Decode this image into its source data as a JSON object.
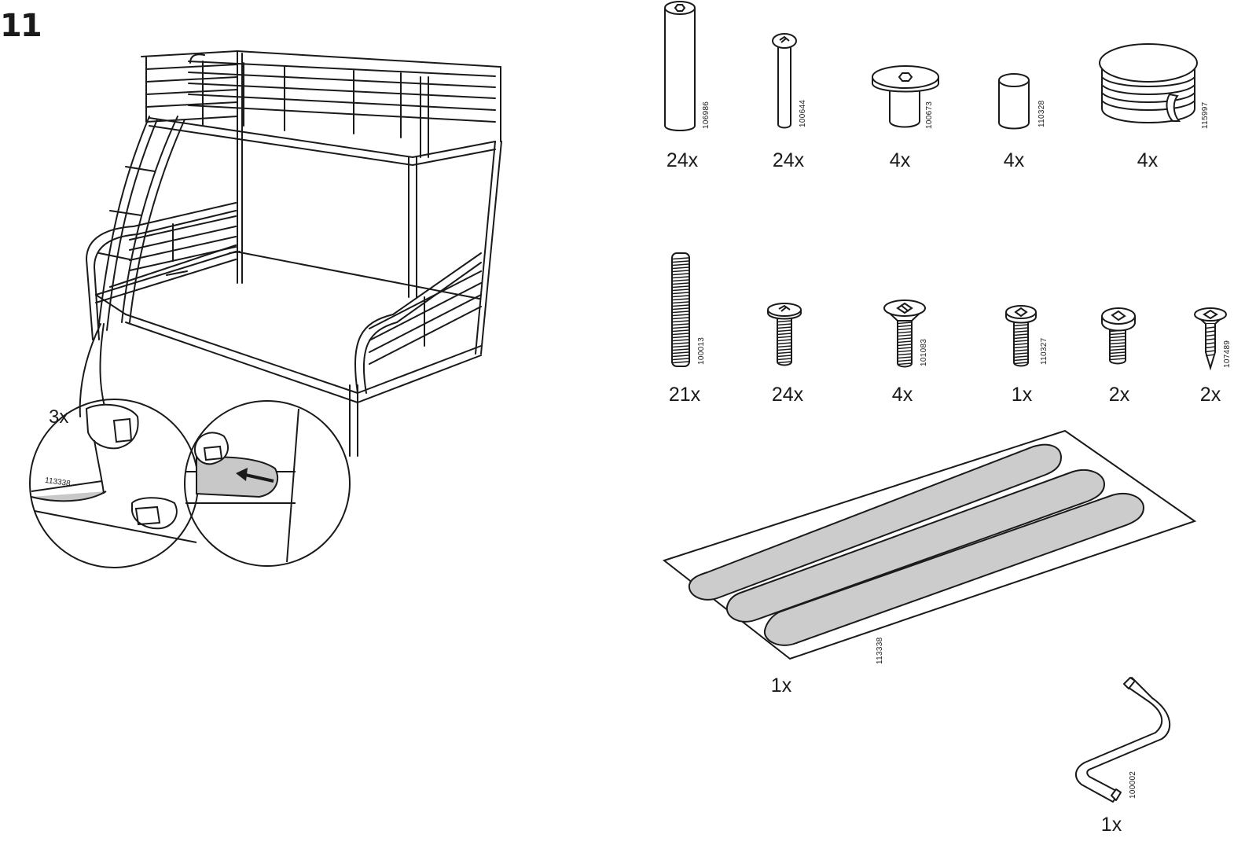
{
  "step_number": "11",
  "assembly": {
    "callout_quantity": "3x",
    "callout_part_code": "113338"
  },
  "parts": [
    {
      "code": "106986",
      "qty": "24x",
      "icon": "dowel-icon"
    },
    {
      "code": "100644",
      "qty": "24x",
      "icon": "pin-bolt-icon"
    },
    {
      "code": "100673",
      "qty": "4x",
      "icon": "barrel-nut-icon"
    },
    {
      "code": "110328",
      "qty": "4x",
      "icon": "spacer-icon"
    },
    {
      "code": "115997",
      "qty": "4x",
      "icon": "end-cap-icon"
    },
    {
      "code": "100013",
      "qty": "21x",
      "icon": "threaded-rod-icon"
    },
    {
      "code": "",
      "qty": "24x",
      "icon": "pan-head-screw-icon"
    },
    {
      "code": "101083",
      "qty": "4x",
      "icon": "flat-head-screw-icon"
    },
    {
      "code": "110327",
      "qty": "1x",
      "icon": "screw-icon"
    },
    {
      "code": "",
      "qty": "2x",
      "icon": "round-head-screw-icon"
    },
    {
      "code": "107489",
      "qty": "2x",
      "icon": "wood-screw-icon"
    },
    {
      "code": "113338",
      "qty": "1x",
      "icon": "anti-slip-strip-sheet-icon"
    },
    {
      "code": "100002",
      "qty": "1x",
      "icon": "allen-key-icon"
    }
  ]
}
